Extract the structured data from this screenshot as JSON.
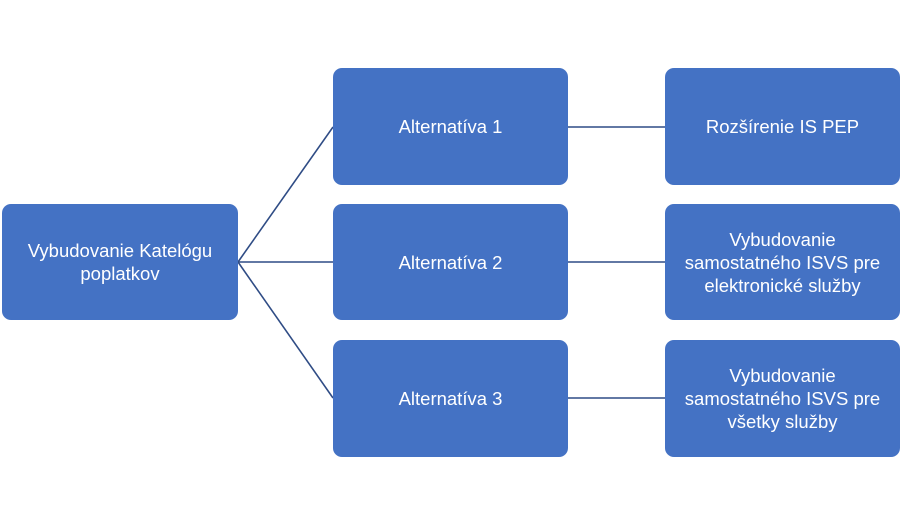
{
  "diagram": {
    "root": {
      "label": "Vybudovanie Katelógu poplatkov"
    },
    "alternatives": [
      {
        "label": "Alternatíva 1",
        "outcome": "Rozšírenie IS PEP"
      },
      {
        "label": "Alternatíva 2",
        "outcome": "Vybudovanie samostatného ISVS pre elektronické služby"
      },
      {
        "label": "Alternatíva 3",
        "outcome": "Vybudovanie samostatného ISVS pre všetky služby"
      }
    ],
    "colors": {
      "node_fill": "#4472C4",
      "node_text": "#FFFFFF",
      "connector": "#2F4C85"
    }
  }
}
